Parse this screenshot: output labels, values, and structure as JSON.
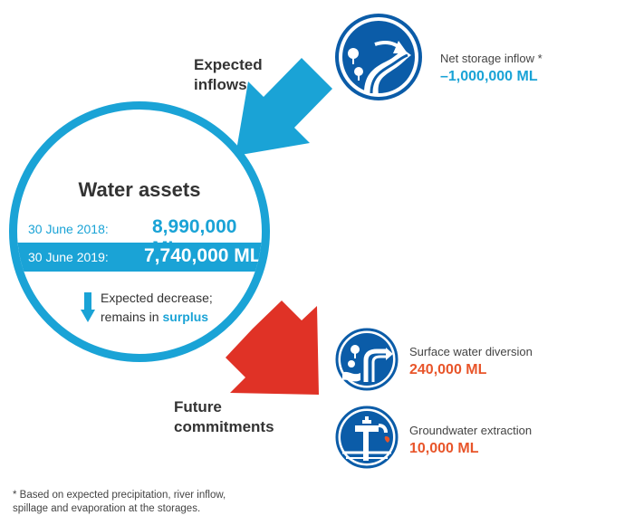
{
  "inflows": {
    "heading_line1": "Expected",
    "heading_line2": "inflows",
    "icon": "river-flow-icon",
    "caption": "Net storage inflow *",
    "value": "–1,000,000 ML"
  },
  "assets": {
    "title": "Water assets",
    "rows": [
      {
        "label": "30 June 2018:",
        "value": "8,990,000 ML"
      },
      {
        "label": "30 June 2019:",
        "value": "7,740,000 ML"
      }
    ],
    "decrease_icon": "arrow-down-icon",
    "decrease_line1": "Expected decrease;",
    "decrease_line2_prefix": "remains in",
    "decrease_line2_emphasis": "surplus"
  },
  "commitments": {
    "heading_line1": "Future",
    "heading_line2": "commitments",
    "items": [
      {
        "icon": "surface-water-pipe-icon",
        "caption": "Surface water diversion",
        "value": "240,000 ML"
      },
      {
        "icon": "groundwater-tap-icon",
        "caption": "Groundwater extraction",
        "value": "10,000 ML"
      }
    ]
  },
  "footnote": {
    "line1": "* Based on expected precipitation, river inflow,",
    "line2": "spillage and evaporation at the storages."
  },
  "colors": {
    "blue": "#1aa3d6",
    "navy": "#0b5ca8",
    "red": "#e03226",
    "orange": "#e8552a",
    "text": "#333333"
  }
}
